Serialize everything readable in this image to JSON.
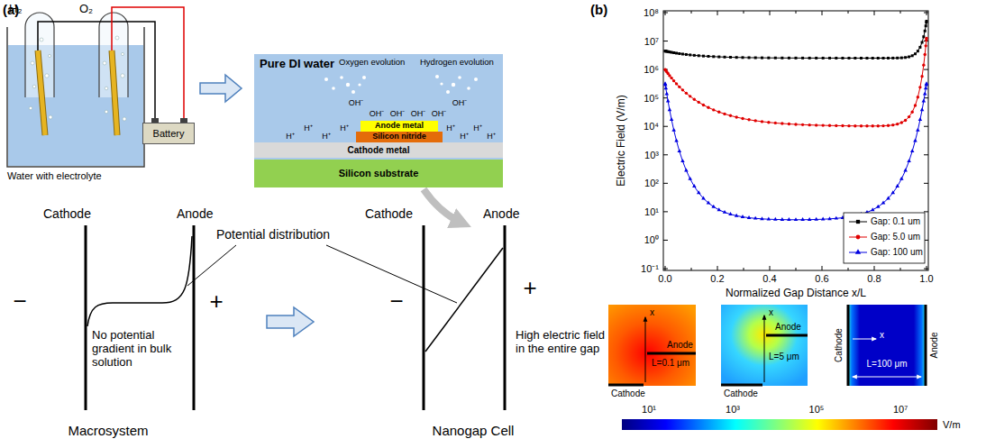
{
  "diagram": {
    "nodes": [
      {
        "text": [
          "Battery"
        ]
      },
      {
        "text": [
          "Pure DI water"
        ]
      },
      {
        "text": [
          "Anode metal"
        ],
        "in": 1
      },
      {
        "text": [
          "Silicon nitride"
        ],
        "in": 1
      },
      {
        "text": [
          "Cathode metal"
        ],
        "in": 1
      },
      {
        "text": [
          "Silicon substrate"
        ],
        "in": 1
      }
    ],
    "labels": [
      "(a)",
      "H₂",
      "O₂",
      "Water with electrolyte",
      "Oxygen evolution",
      "Hydrogen evolution",
      "OH⁻",
      "OH⁻",
      "OH⁻",
      "OH⁻",
      "OH⁻",
      "OH⁻",
      "H⁺",
      "H⁺",
      "H⁺",
      "H⁺",
      "H⁺",
      "H⁺",
      "H⁺",
      "H⁺",
      "Cathode",
      "Anode",
      "Potential distribution",
      "−",
      "+",
      "No potential gradient in bulk solution",
      "Macrosystem",
      "Cathode",
      "Anode",
      "−",
      "+",
      "High electric field in the entire gap",
      "Nanogap Cell",
      "(b)",
      "Electric Field (V/m)",
      "Normalized Gap Distance x/L",
      "10⁸",
      "10⁷",
      "10⁶",
      "10⁵",
      "10⁴",
      "10³",
      "10²",
      "10¹",
      "10⁰",
      "10⁻¹",
      "0.0",
      "0.2",
      "0.4",
      "0.6",
      "0.8",
      "1.0",
      "x",
      "Anode",
      "L=0.1 μm",
      "Cathode",
      "x",
      "Anode",
      "L=5 μm",
      "Cathode",
      "Cathode",
      "Anode",
      "x",
      "L=100 μm",
      "10¹",
      "10³",
      "10⁵",
      "10⁷",
      "V/m"
    ],
    "legend": [
      {
        "text": "Gap: 0.1 um"
      },
      {
        "text": "Gap: 5.0 um"
      },
      {
        "text": "Gap: 100 um"
      }
    ]
  }
}
